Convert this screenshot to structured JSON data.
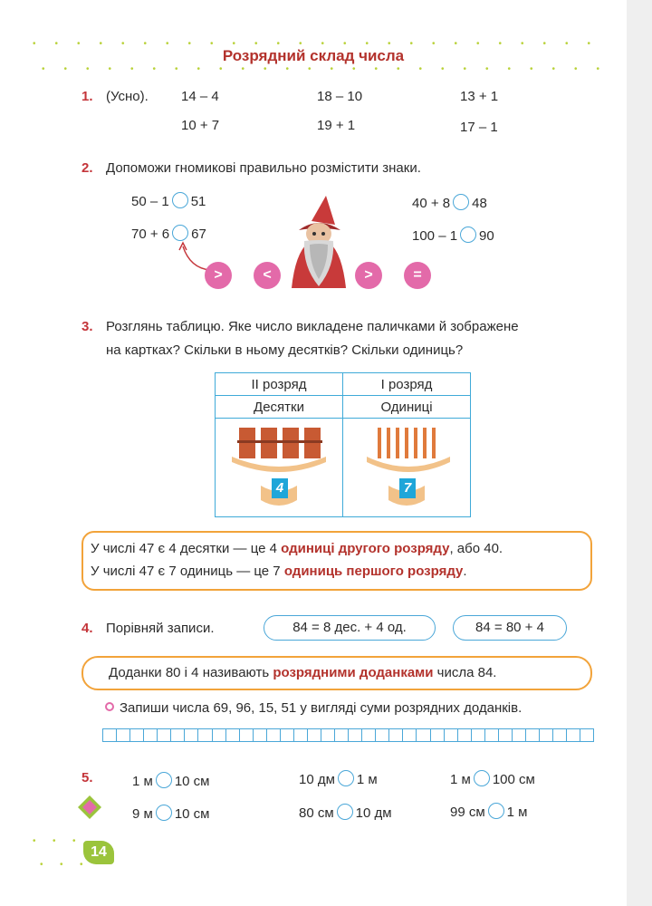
{
  "title": "Розрядний склад числа",
  "ex1": {
    "num": "1.",
    "label": "(Усно).",
    "items": [
      "14 – 4",
      "18 – 10",
      "13 + 1",
      "10 + 7",
      "19 + 1",
      "17 – 1"
    ]
  },
  "ex2": {
    "num": "2.",
    "text": "Допоможи гномикові правильно розмістити знаки.",
    "left1": "50 – 1",
    "right1": "51",
    "left2": "70 + 6",
    "right2": "67",
    "left3": "40 + 8",
    "right3": "48",
    "left4": "100 – 1",
    "right4": "90",
    "signs": [
      ">",
      "<",
      ">",
      "="
    ]
  },
  "ex3": {
    "num": "3.",
    "line1": "Розглянь таблицю. Яке число викладене паличками й зображене",
    "line2": "на картках? Скільки в ньому десятків? Скільки одиниць?",
    "table": {
      "col1_h1": "ІІ розряд",
      "col1_h2": "Десятки",
      "col1_card": "4",
      "col2_h1": "І розряд",
      "col2_h2": "Одиниці",
      "col2_card": "7"
    }
  },
  "rule1": {
    "a1": "У числі 47 є 4 десятки — це 4 ",
    "a2": "одиниці другого розряду",
    "a3": ", або 40.",
    "b1": "У числі 47 є 7 одиниць — це 7 ",
    "b2": "одиниць першого розряду",
    "b3": "."
  },
  "ex4": {
    "num": "4.",
    "text": "Порівняй записи.",
    "pill1": "84 = 8 дес. + 4 од.",
    "pill2": "84 = 80 + 4"
  },
  "rule2": {
    "a1": "Доданки 80 і 4 називають ",
    "a2": "розрядними доданками",
    "a3": " числа 84."
  },
  "task": {
    "text": "Запиши числа 69, 96, 15, 51 у вигляді суми розрядних доданків."
  },
  "ex5": {
    "num": "5.",
    "rows": [
      [
        "1 м",
        "10 см",
        "10 дм",
        "1 м",
        "1 м",
        "100 см"
      ],
      [
        "9 м",
        "10 см",
        "80 см",
        "10 дм",
        "99 см",
        "1 м"
      ]
    ]
  },
  "page_number": "14",
  "colors": {
    "accent_red": "#b3322c",
    "pink": "#e36aa9",
    "blue": "#4aa7d8",
    "orange": "#f2a33a",
    "green": "#9bc43c"
  }
}
